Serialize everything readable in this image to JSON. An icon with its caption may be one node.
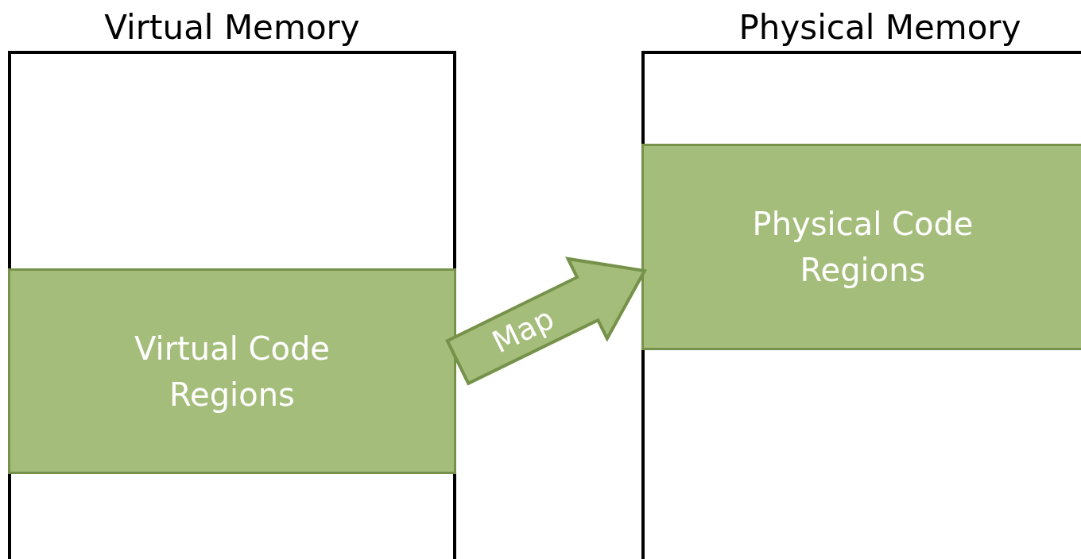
{
  "diagram": {
    "nodes": [
      {
        "text": [
          "Virtual Memory"
        ]
      },
      {
        "text": [
          "Virtual Code Regions"
        ],
        "in": 0
      },
      {
        "text": [
          "Physical Memory"
        ]
      },
      {
        "text": [
          "Physical Code Regions"
        ],
        "in": 2
      }
    ],
    "edges": [
      {
        "from": 1,
        "to": 3,
        "arrow": "to",
        "label": "Map",
        "style": "thick"
      }
    ]
  }
}
